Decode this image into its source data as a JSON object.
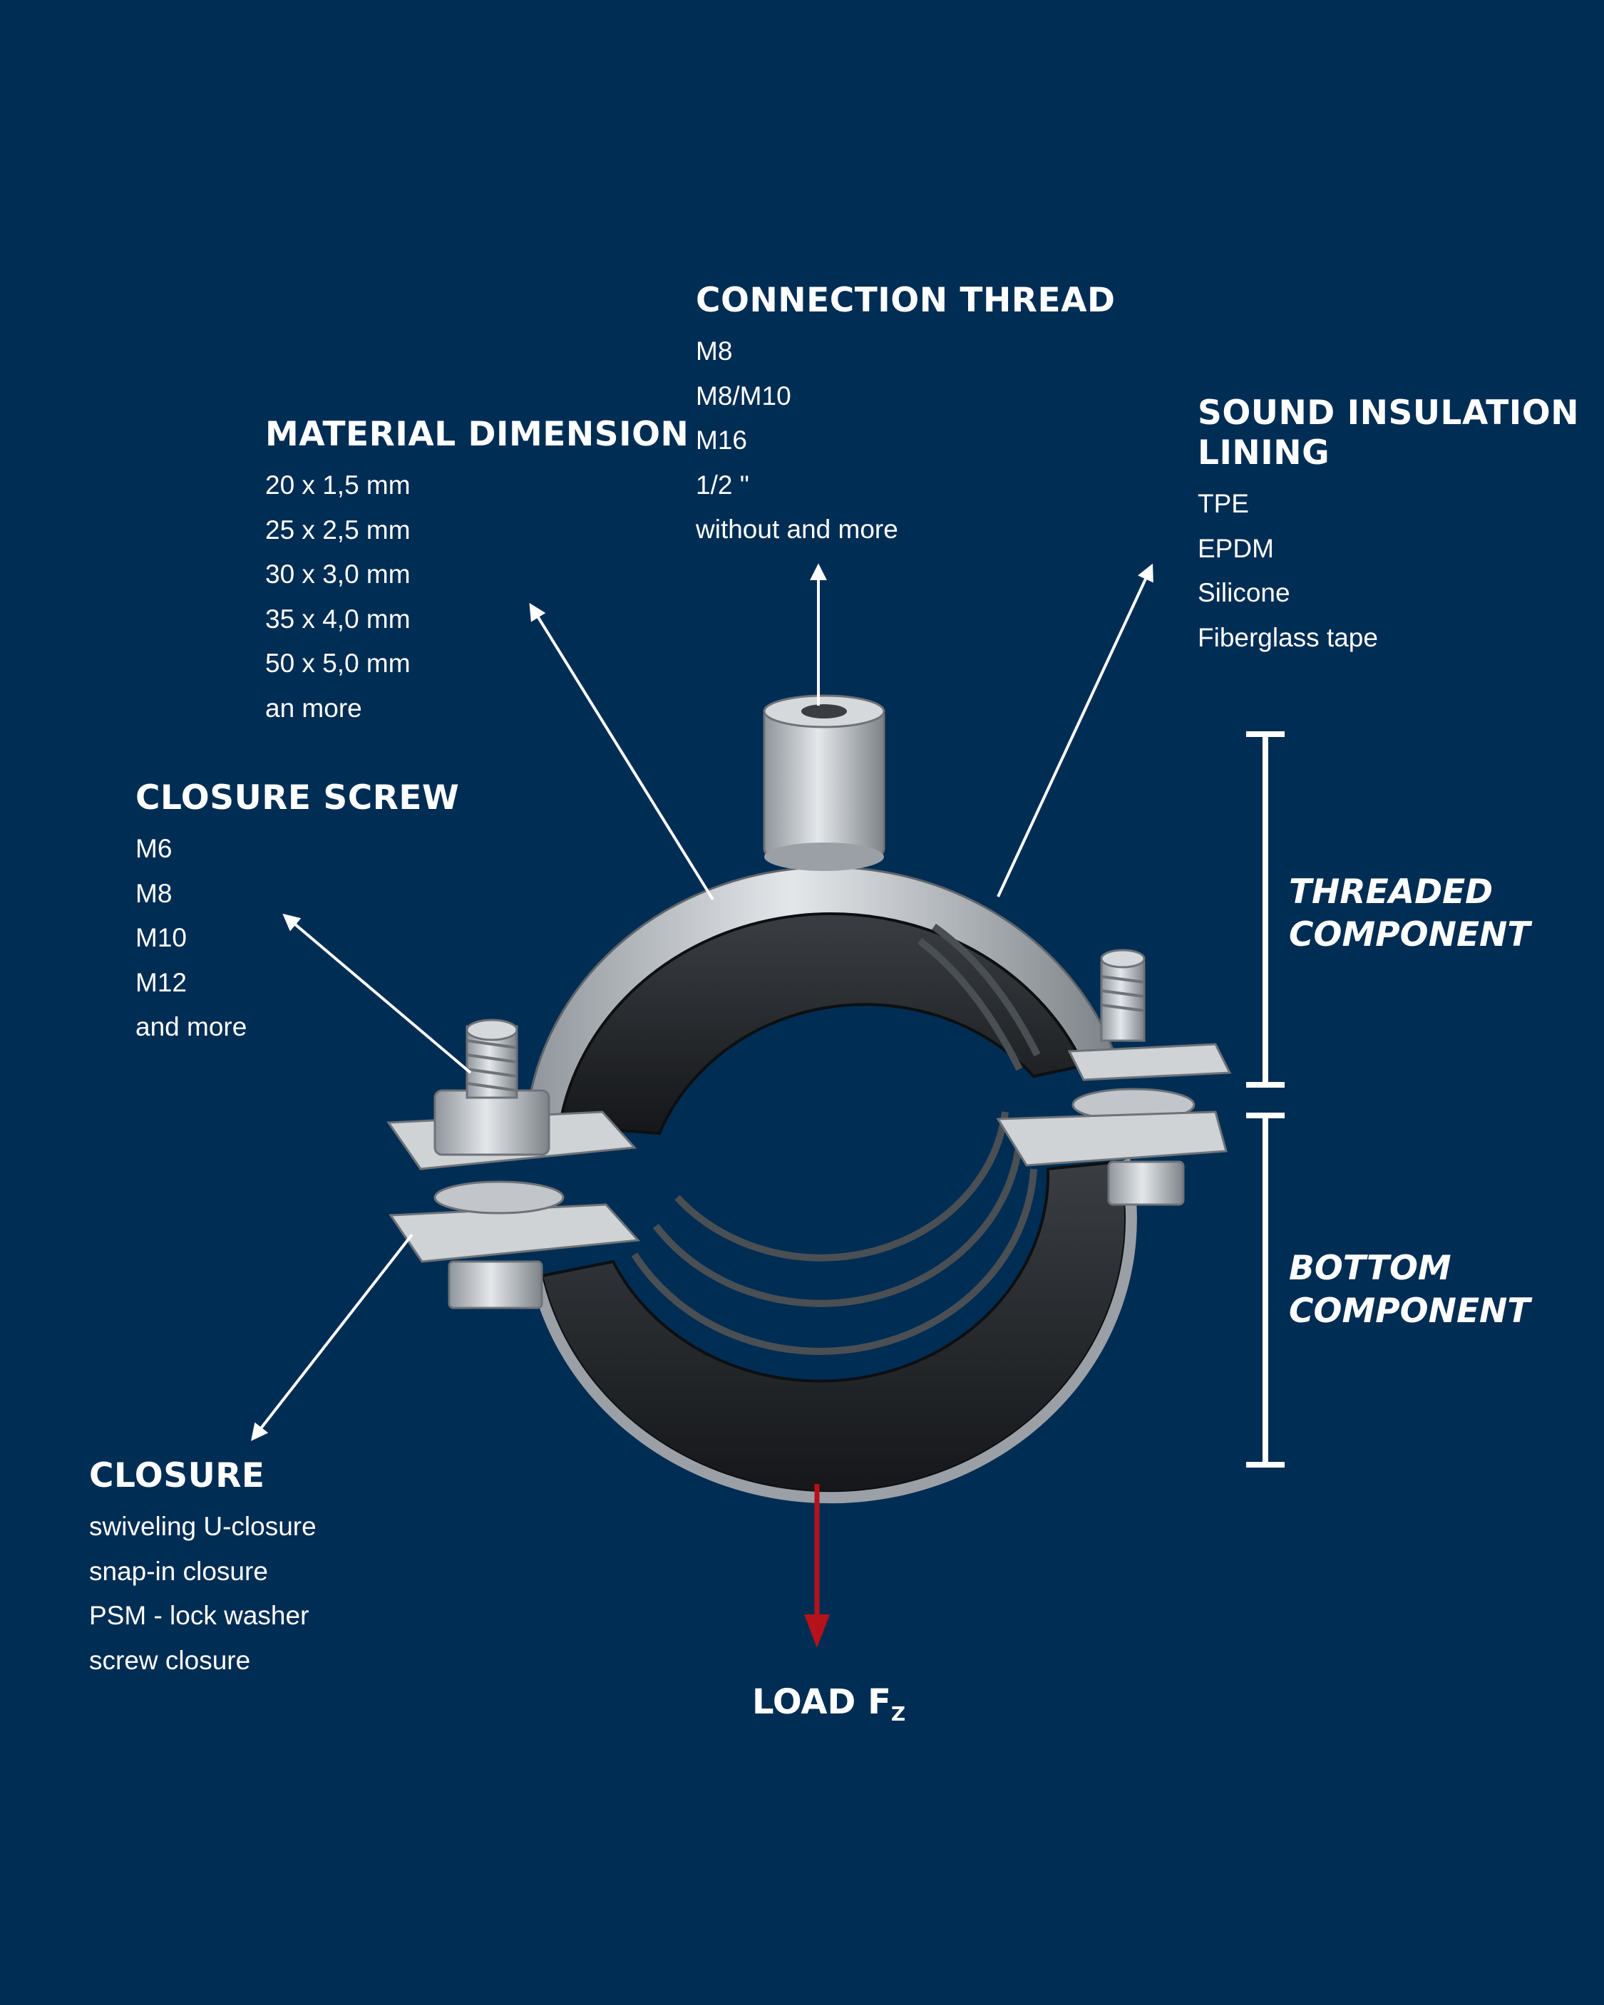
{
  "colors": {
    "background": "#002d54",
    "text": "#ffffff",
    "load_arrow": "#b5121b",
    "rubber": "#1f2225",
    "steel": "#c9cdd1"
  },
  "labels": {
    "connection_thread": {
      "title": "CONNECTION THREAD",
      "items": [
        "M8",
        "M8/M10",
        "M16",
        "1/2 \"",
        "without and more"
      ]
    },
    "material_dimension": {
      "title": "MATERIAL DIMENSION",
      "items": [
        "20 x 1,5 mm",
        "25 x 2,5 mm",
        "30 x 3,0 mm",
        "35 x 4,0 mm",
        "50 x 5,0 mm",
        "an more"
      ]
    },
    "sound_insulation": {
      "title": "SOUND INSULATION\nLINING",
      "items": [
        "TPE",
        "EPDM",
        "Silicone",
        "Fiberglass tape"
      ]
    },
    "closure_screw": {
      "title": "CLOSURE SCREW",
      "items": [
        "M6",
        "M8",
        "M10",
        "M12",
        "and more"
      ]
    },
    "closure": {
      "title": "CLOSURE",
      "items": [
        "swiveling U-closure",
        "snap-in closure",
        "PSM - lock washer",
        "screw closure"
      ]
    }
  },
  "components": {
    "threaded": "THREADED\nCOMPONENT",
    "bottom": "BOTTOM\nCOMPONENT"
  },
  "load": {
    "label": "LOAD F",
    "subscript": "Z"
  }
}
